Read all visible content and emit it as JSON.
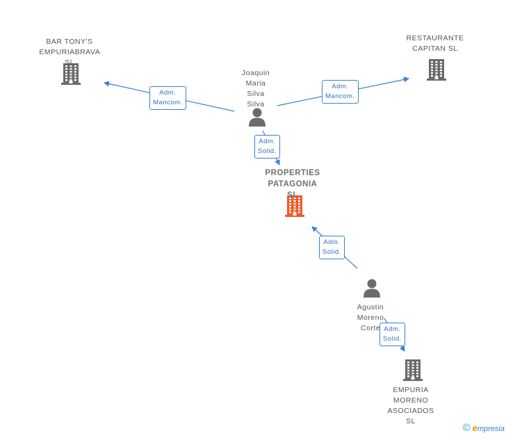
{
  "nodes": {
    "bar_tonys": {
      "label": "BAR TONY'S\nEMPURIABRAVA SL",
      "type": "company"
    },
    "restaurante_capitan": {
      "label": "RESTAURANTE\nCAPITAN SL",
      "type": "company"
    },
    "joaquin": {
      "label": "Joaquin\nMaria Silva\nSilva",
      "type": "person"
    },
    "properties_patagonia": {
      "label": "PROPERTIES\nPATAGONIA SL",
      "type": "company-main"
    },
    "agustin": {
      "label": "Agustin\nMoreno\nCorte",
      "type": "person"
    },
    "empuria_moreno": {
      "label": "EMPURIA\nMORENO\nASOCIADOS SL",
      "type": "company"
    }
  },
  "edges": [
    {
      "from": "joaquin",
      "to": "bar_tonys",
      "label": "Adm.\nMancom."
    },
    {
      "from": "joaquin",
      "to": "restaurante_capitan",
      "label": "Adm.\nMancom."
    },
    {
      "from": "joaquin",
      "to": "properties_patagonia",
      "label": "Adm.\nSolid."
    },
    {
      "from": "agustin",
      "to": "properties_patagonia",
      "label": "Adm.\nSolid."
    },
    {
      "from": "agustin",
      "to": "empuria_moreno",
      "label": "Adm.\nSolid."
    }
  ],
  "colors": {
    "company": "#6b6b6b",
    "main_company": "#f05a28",
    "person": "#6b6b6b",
    "edge": "#3a7fd5"
  },
  "footer": {
    "copyright_symbol": "©",
    "brand_initial": "e",
    "brand_rest": "mpresia"
  }
}
